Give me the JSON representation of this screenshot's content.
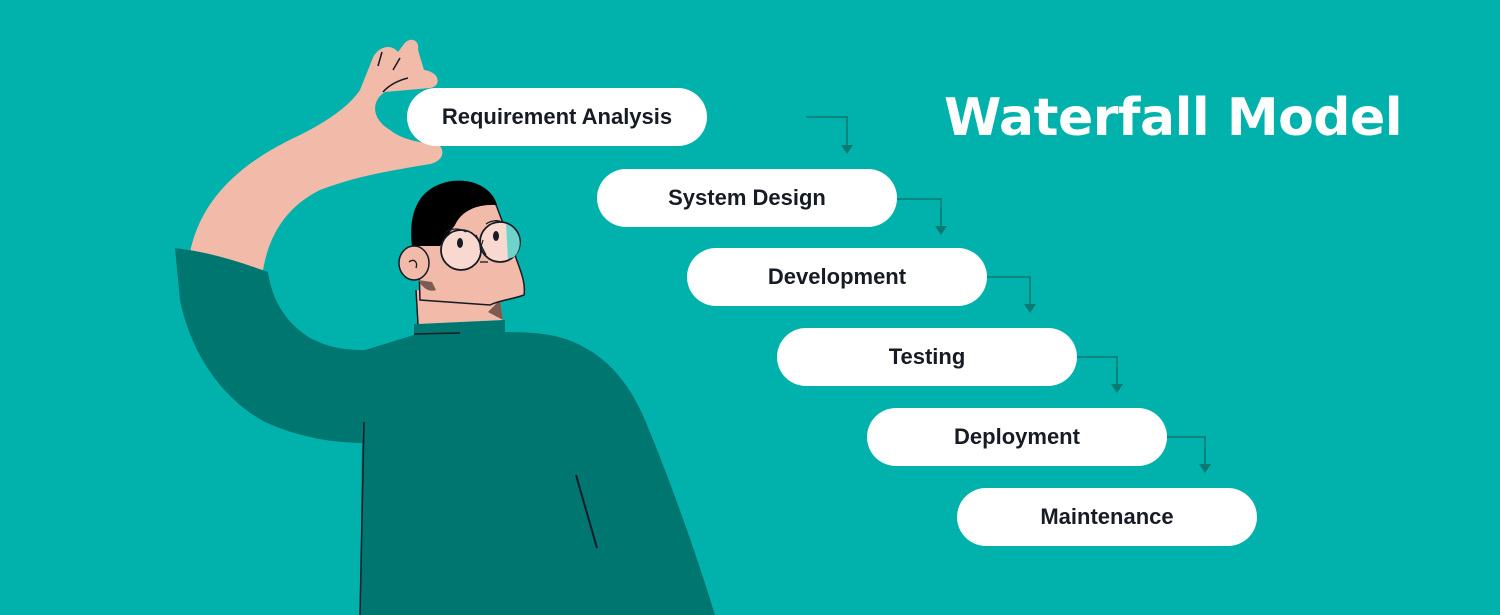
{
  "title": "Waterfall Model",
  "colors": {
    "background": "#00b2ab",
    "pill": "#ffffff",
    "pill_text": "#161b25",
    "connector": "#0a7a72",
    "sweater": "#007670",
    "skin": "#f2baa8",
    "hair": "#000000"
  },
  "steps": [
    {
      "label": "Requirement Analysis"
    },
    {
      "label": "System Design"
    },
    {
      "label": "Development"
    },
    {
      "label": "Testing"
    },
    {
      "label": "Deployment"
    },
    {
      "label": "Maintenance"
    }
  ]
}
